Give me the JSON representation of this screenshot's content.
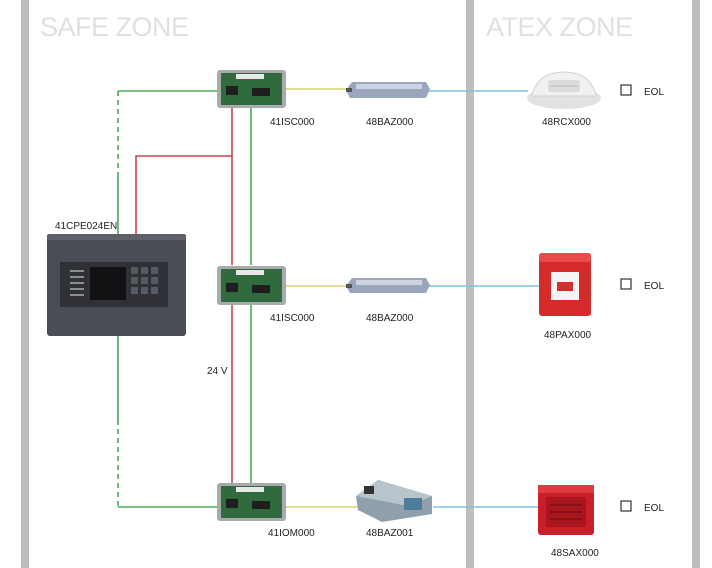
{
  "zones": {
    "safe": "SAFE ZONE",
    "atex": "ATEX ZONE"
  },
  "panel": {
    "label": "41CPE024EN"
  },
  "modules": {
    "m1": "41ISC000",
    "m2": "41ISC000",
    "m3": "41IOM000"
  },
  "barriers": {
    "b1": "48BAZ000",
    "b2": "48BAZ000",
    "b3": "48BAZ001"
  },
  "field_devices": {
    "d1": "48RCX000",
    "d2": "48PAX000",
    "d3": "48SAX000"
  },
  "eol": {
    "e1": "EOL",
    "e2": "EOL",
    "e3": "EOL"
  },
  "power": {
    "label": "24 V"
  },
  "colors": {
    "loop": "#4aa85a",
    "power": "#c8444a",
    "barrier_link": "#d6d26a",
    "atex_link": "#7cc4e0",
    "zone_divider": "#bdbdbd"
  }
}
